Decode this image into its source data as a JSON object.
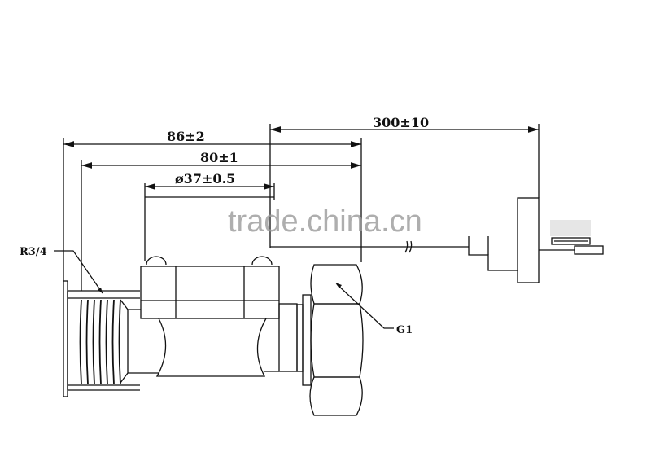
{
  "drawing": {
    "dimensions": {
      "overall_length": "86±2",
      "body_length": "80±1",
      "body_diameter": "ø37±0.5",
      "cable_length": "300±10"
    },
    "labels": {
      "inlet_thread": "R3/4",
      "outlet_thread": "G1"
    },
    "watermark": "trade.china.cn",
    "line_color": "#111111"
  }
}
